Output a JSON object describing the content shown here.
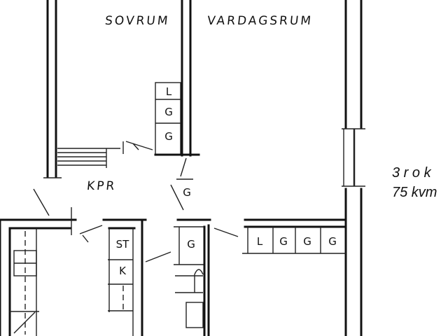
{
  "plan": {
    "rooms": {
      "bedroom": "SOVRUM",
      "living_room": "VARDAGSRUM",
      "hall": "KPR"
    },
    "closet_top": [
      "L",
      "G",
      "G"
    ],
    "closet_right": [
      "L",
      "G",
      "G",
      "G"
    ],
    "kitchen_unit": [
      "ST",
      "K"
    ],
    "bath_closet": "G",
    "hall_marker": "G",
    "summary": {
      "rooms": "3 r o k",
      "area": "75 kvm"
    }
  }
}
